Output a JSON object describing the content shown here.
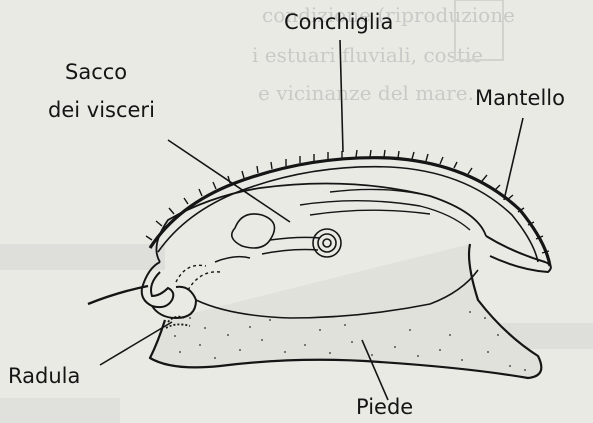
{
  "diagram": {
    "labels": {
      "shell": "Conchiglia",
      "visceral_sac_line1": "Sacco",
      "visceral_sac_line2": "dei visceri",
      "mantle": "Mantello",
      "radula": "Radula",
      "foot": "Piede"
    },
    "background_text": {
      "line1": "condizione (riproduzione",
      "line2": "i estuari fluviali, costie",
      "line3": "e vicinanze del mare."
    }
  },
  "colors": {
    "paper": "#eaeae5",
    "ink": "#151515",
    "bleed_text": "#c6c7c4"
  }
}
